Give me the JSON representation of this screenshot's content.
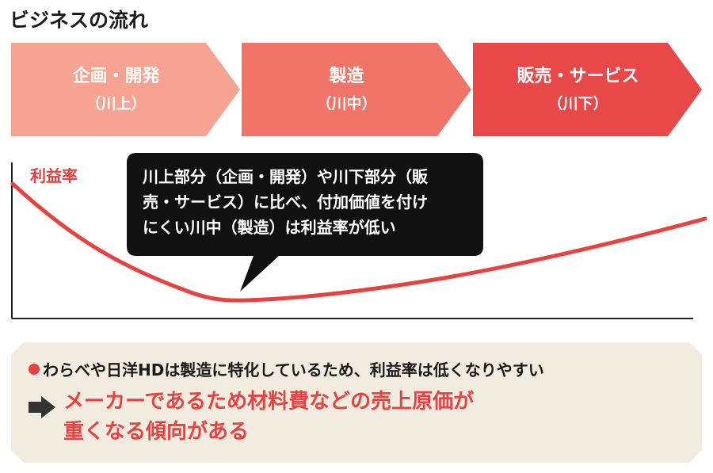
{
  "title": "ビジネスの流れ",
  "stages": [
    {
      "name": "企画・開発",
      "position": "（川上）",
      "color": "#f6a392"
    },
    {
      "name": "製造",
      "position": "（川中）",
      "color": "#f07467"
    },
    {
      "name": "販売・サービス",
      "position": "（川下）",
      "color": "#e84848"
    }
  ],
  "chart_data": {
    "type": "line",
    "ylabel": "利益率",
    "curve": "high in 川上, lowest in 川中, rising toward 川下",
    "line_color": "#e84240"
  },
  "callout": {
    "lines": [
      "川上部分（企画・開発）や川下部分（販",
      "売・サービス）に比べ、付加価値を付け",
      "にくい川中（製造）は利益率が低い"
    ]
  },
  "summary": {
    "bullet": "わらべや日洋HDは製造に特化しているため、利益率は低くなりやすい",
    "conclusion_lines": [
      "メーカーであるため材料費などの売上原価が",
      "重くなる傾向がある"
    ]
  },
  "colors": {
    "accent": "#e84240",
    "summary_bg": "#f1ebe0",
    "callout_bg": "#111111"
  }
}
